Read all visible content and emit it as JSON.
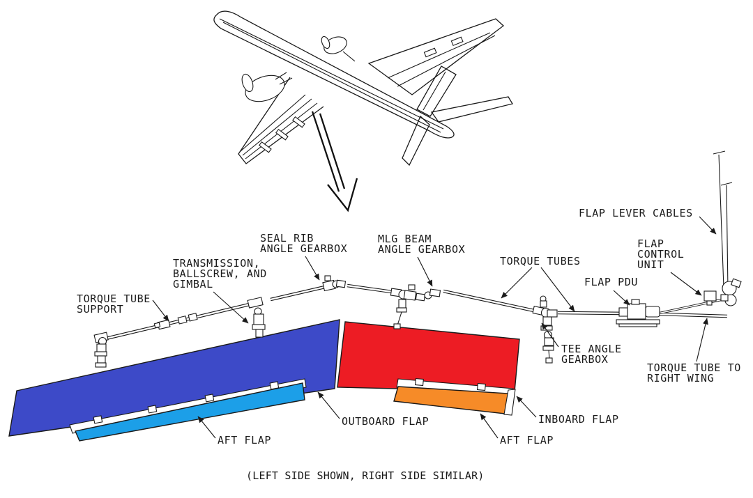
{
  "caption": "(LEFT SIDE SHOWN, RIGHT SIDE SIMILAR)",
  "labels": {
    "flap_lever_cables": "FLAP LEVER CABLES",
    "flap_control_unit": "FLAP\nCONTROL\nUNIT",
    "flap_pdu": "FLAP PDU",
    "torque_tubes": "TORQUE TUBES",
    "mlg_beam_angle_gearbox": "MLG BEAM\nANGLE GEARBOX",
    "seal_rib_angle_gearbox": "SEAL RIB\nANGLE GEARBOX",
    "transmission_ballscrew_gimbal": "TRANSMISSION,\nBALLSCREW, AND\nGIMBAL",
    "torque_tube_support": "TORQUE TUBE\nSUPPORT",
    "tee_angle_gearbox": "TEE ANGLE\nGEARBOX",
    "torque_tube_to_right_wing": "TORQUE TUBE TO\nRIGHT WING",
    "outboard_flap": "OUTBOARD FLAP",
    "inboard_flap": "INBOARD FLAP",
    "aft_flap_outboard": "AFT FLAP",
    "aft_flap_inboard": "AFT FLAP"
  },
  "colors": {
    "outboard_flap": "#3d4ac8",
    "outboard_aft_flap": "#1c9fe8",
    "inboard_flap": "#ed1c24",
    "inboard_aft_flap": "#f68b28",
    "line": "#1a1a1a"
  }
}
